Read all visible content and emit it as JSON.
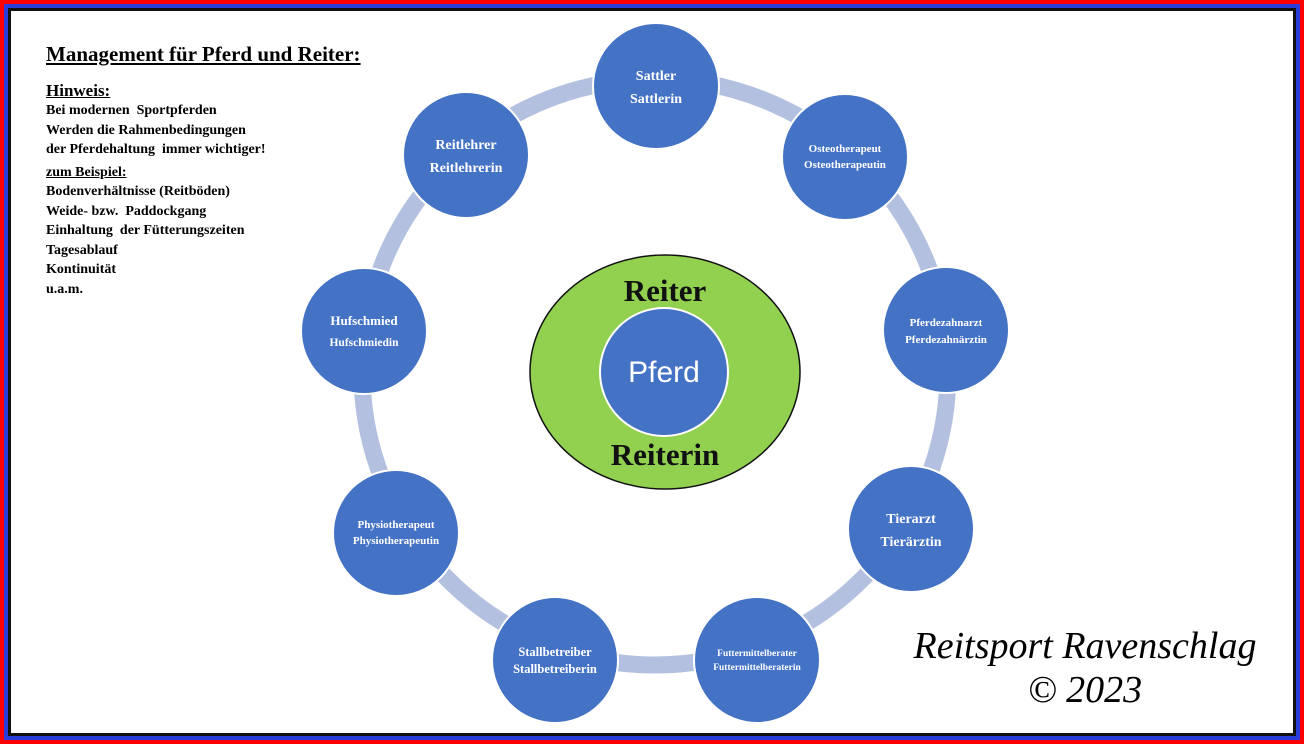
{
  "title": "Management für Pferd und Reiter:",
  "hint": {
    "heading": "Hinweis:",
    "lines": [
      "Bei modernen  Sportpferden",
      "Werden die Rahmenbedingungen",
      "der Pferdehaltung  immer wichtiger!"
    ],
    "example_heading": "zum  Beispiel:",
    "examples": [
      "Bodenverhältnisse (Reitböden)",
      "Weide- bzw.  Paddockgang",
      "Einhaltung  der Fütterungszeiten",
      "Tagesablauf",
      "Kontinuität",
      "u.a.m."
    ]
  },
  "center": {
    "outer_top": "Reiter",
    "outer_bottom": "Reiterin",
    "inner": "Pferd"
  },
  "nodes": [
    {
      "line1": "Sattler",
      "line2": "Sattlerin"
    },
    {
      "line1": "Osteotherapeut",
      "line2": "Osteotherapeutin"
    },
    {
      "line1": "Pferdezahnarzt",
      "line2": "Pferdezahnärztin"
    },
    {
      "line1": "Tierarzt",
      "line2": "Tierärztin"
    },
    {
      "line1": "Futtermittelberater",
      "line2": "Futtermittelberaterin"
    },
    {
      "line1": "Stallbetreiber",
      "line2": "Stallbetreiberin"
    },
    {
      "line1": "Physiotherapeut",
      "line2": "Physiotherapeutin"
    },
    {
      "line1": "Hufschmied",
      "line2": "Hufschmiedin"
    },
    {
      "line1": "Reitlehrer",
      "line2": "Reitlehrerin"
    }
  ],
  "brand": {
    "name": "Reitsport Ravenschlag",
    "copyright": "© 2023"
  },
  "colors": {
    "node": "#4472c4",
    "ring": "#b4c0e0",
    "center_ellipse": "#92d050",
    "frame_outer": "#ff0000",
    "frame_mid": "#2a3bd9"
  }
}
